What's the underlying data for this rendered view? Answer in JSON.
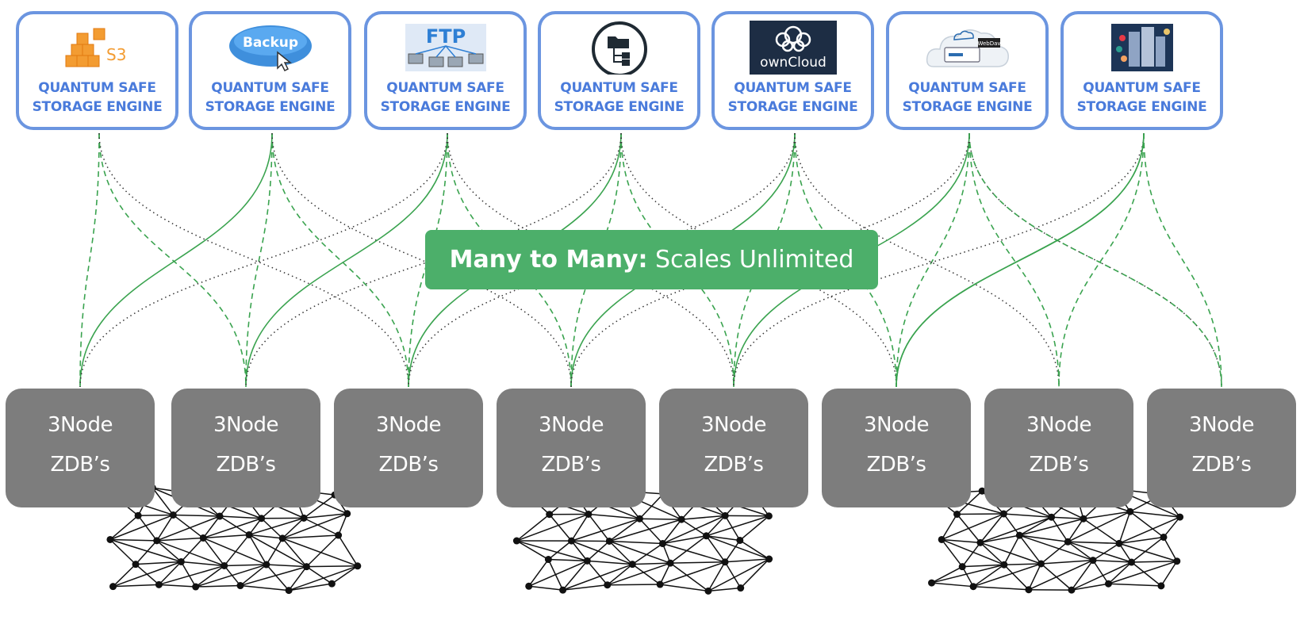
{
  "banner": {
    "strong": "Many to Many:",
    "rest": " Scales Unlimited"
  },
  "engines": [
    {
      "label": "QUANTUM SAFE\nSTORAGE ENGINE",
      "icon": "s3-icon",
      "logo_text": "S3"
    },
    {
      "label": "QUANTUM SAFE\nSTORAGE ENGINE",
      "icon": "backup-icon",
      "logo_text": "Backup"
    },
    {
      "label": "QUANTUM SAFE\nSTORAGE ENGINE",
      "icon": "ftp-icon",
      "logo_text": "FTP"
    },
    {
      "label": "QUANTUM SAFE\nSTORAGE ENGINE",
      "icon": "folder-tree-icon",
      "logo_text": ""
    },
    {
      "label": "QUANTUM SAFE\nSTORAGE ENGINE",
      "icon": "owncloud-icon",
      "logo_text": "ownCloud"
    },
    {
      "label": "QUANTUM SAFE\nSTORAGE ENGINE",
      "icon": "webdav-icon",
      "logo_text": "WebDav"
    },
    {
      "label": "QUANTUM SAFE\nSTORAGE ENGINE",
      "icon": "server-cluster-icon",
      "logo_text": ""
    }
  ],
  "zdbs": [
    {
      "label": "3Node\nZDB’s"
    },
    {
      "label": "3Node\nZDB’s"
    },
    {
      "label": "3Node\nZDB’s"
    },
    {
      "label": "3Node\nZDB’s"
    },
    {
      "label": "3Node\nZDB’s"
    },
    {
      "label": "3Node\nZDB’s"
    },
    {
      "label": "3Node\nZDB’s"
    },
    {
      "label": "3Node\nZDB’s"
    }
  ],
  "colors": {
    "engine_border": "#6b95e0",
    "engine_text": "#4a7bdb",
    "zdb_fill": "#7d7d7d",
    "banner_fill": "#4caf6a",
    "link_green": "#3aa34f",
    "link_dotted": "#333333"
  }
}
